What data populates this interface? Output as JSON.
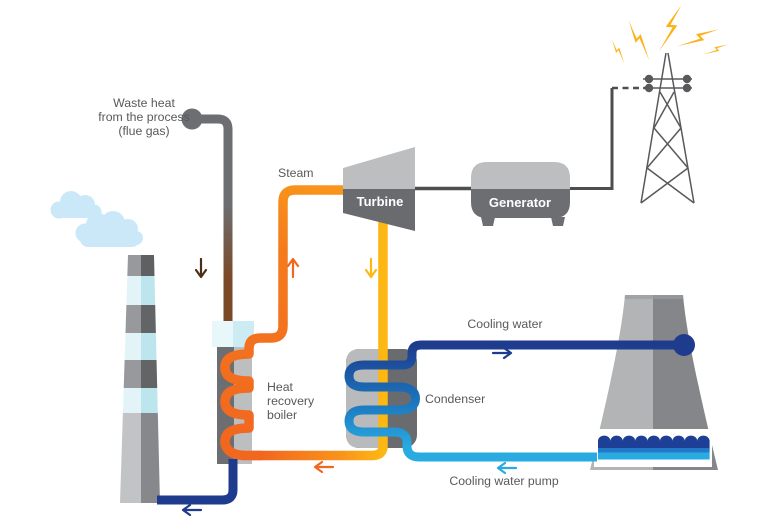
{
  "diagram": {
    "type": "process-flow-diagram",
    "subject": "Waste heat recovery power generation",
    "labels": {
      "waste_heat": {
        "line1": "Waste heat",
        "line2": "from the process",
        "line3": "(flue gas)"
      },
      "steam": "Steam",
      "turbine": "Turbine",
      "generator": "Generator",
      "boiler": {
        "line1": "Heat",
        "line2": "recovery",
        "line3": "boiler"
      },
      "condenser": "Condenser",
      "cooling_water": "Cooling water",
      "cooling_water_pump": "Cooling water pump"
    },
    "flows": [
      {
        "name": "flue-gas-into-boiler",
        "direction": "down",
        "color": "#4a2f17"
      },
      {
        "name": "steam-to-turbine",
        "direction": "up",
        "color": "#f2671f"
      },
      {
        "name": "exhaust-steam-to-condenser",
        "direction": "down",
        "color": "#fdb813"
      },
      {
        "name": "condensate-return-to-boiler",
        "direction": "left",
        "color": "#f2671f"
      },
      {
        "name": "cooled-flue-gas-to-chimney",
        "direction": "left",
        "color": "#1e3b8d"
      },
      {
        "name": "warm-cooling-water-to-tower",
        "direction": "right",
        "color": "#1e3b8d"
      },
      {
        "name": "cold-cooling-water-from-tower",
        "direction": "left",
        "color": "#29abe2"
      }
    ],
    "colors": {
      "flue_gas_pipe_gray": "#6d6e71",
      "flue_gas_pipe_brown": "#7a4a28",
      "steam_orange": "#f4791f",
      "coil_orange": "#f2671f",
      "exhaust_yellow": "#fdb813",
      "cooling_navy": "#1e3b8d",
      "cooling_mid_blue": "#1b75bc",
      "cooling_light_blue": "#29abe2",
      "component_light_gray": "#bcbec0",
      "component_dark_gray": "#6d6e71",
      "boiler_cap_cyan": "#cdebf2",
      "cloud_blue": "#cbe8f8",
      "lightning_yellow": "#fcb21b",
      "label_text": "#58595b"
    }
  }
}
